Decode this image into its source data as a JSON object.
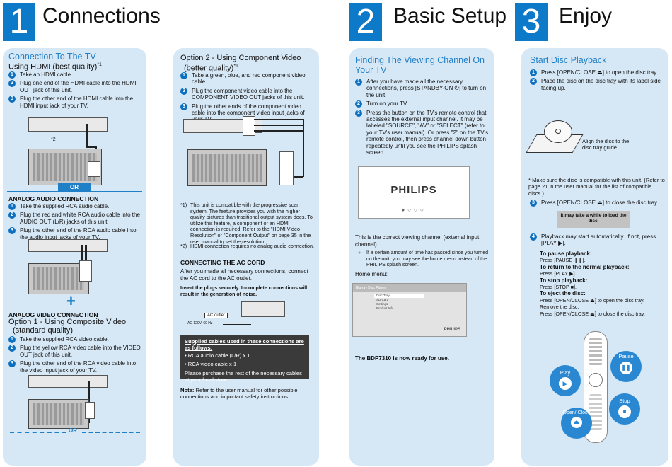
{
  "header": {
    "section1": {
      "num": "1",
      "title": "Connections"
    },
    "section2": {
      "num": "2",
      "title": "Basic Setup"
    },
    "section3": {
      "num": "3",
      "title": "Enjoy"
    }
  },
  "p1": {
    "heading": "Connection To The TV",
    "hdmi_title": "Using HDMI (best quality)",
    "hdmi_sup": "*1",
    "hdmi_steps": [
      "Take an HDMI cable.",
      "Plug one end of the HDMI cable into the HDMI OUT jack of this unit.",
      "Plug the other end of the HDMI cable into the HDMI input jack of your TV."
    ],
    "note2": "*2",
    "or1": "OR",
    "analog_audio_title": "ANALOG AUDIO CONNECTION",
    "analog_audio_steps": [
      "Take the supplied RCA audio cable.",
      "Plug the red and white RCA audio cable into the AUDIO OUT (L/R) jacks of this unit.",
      "Plug the other end of the RCA audio cable into the audio input jacks of your TV."
    ],
    "plus": "+",
    "analog_video_title": "ANALOG VIDEO CONNECTION",
    "composite_title1": "Option 1 - Using Composite Video",
    "composite_title2": "(standard quality)",
    "composite_steps": [
      "Take the supplied RCA video cable.",
      "Plug the yellow RCA video cable into the VIDEO OUT jack of this unit.",
      "Plug the other end of the RCA video cable into the video input jack of your TV."
    ],
    "or2": "OR"
  },
  "p2": {
    "comp_title1": "Option 2 - Using Component Video",
    "comp_title2": "(better quality)",
    "comp_sup": "*1",
    "comp_steps": [
      "Take a green, blue, and red component video cable.",
      "Plug the component video cable into the COMPONENT VIDEO OUT jacks of this unit.",
      "Plug the other ends of the component video cable into the component video input jacks of your TV."
    ],
    "fn1_mark": "*1)",
    "fn1": "This unit is compatible with the progressive scan system. The feature provides you with the higher quality pictures than traditional output system does. To utilize this feature, a component or an HDMI connection is required. Refer to the \"HDMI Video Resolution\" or \"Component Output\" on page 35 in the user manual to set the resolution.",
    "fn2_mark": "*2)",
    "fn2": "HDMI connection requires no analog audio connection.",
    "ac_title": "CONNECTING THE AC CORD",
    "ac_text": "After you made all necessary connections, connect the AC cord to the AC outlet.",
    "ac_warn": "Insert the plugs securely. Incomplete connections will result in the generation of noise.",
    "ac_outlet": "AC outlet",
    "ac_spec": "AC 120V, 60 Hz",
    "supplied_title": "Supplied cables used in these connections are as follows:",
    "supplied_items": [
      "RCA audio cable (L/R) x 1",
      "RCA video cable x 1"
    ],
    "supplied_footer": "Please purchase the rest of the necessary cables at your local store.",
    "note_label": "Note:",
    "note_text": " Refer to the user manual for other possible connections and important safety instructions."
  },
  "p3": {
    "heading": "Finding The Viewing Channel On Your TV",
    "steps": [
      "After you have made all the necessary connections, press [STANDBY-ON ⏻] to turn on the unit.",
      "Turn on your TV.",
      "Press the button on the TV's remote control that accesses the external input channel. It may be labeled \"SOURCE\", \"AV\" or \"SELECT\" (refer to your TV's user manual). Or press \"2\" on the TV's remote control, then press channel down button repeatedly until you see the PHILIPS splash screen."
    ],
    "splash_logo": "PHILIPS",
    "correct_text": "This is the correct viewing channel (external input channel).",
    "bullet_text": "If a certain amount of time has passed since you turned on the unit, you may see the home menu instead of the PHILIPS splash screen.",
    "home_label": "Home menu:",
    "home_menu_title": "Blu-ray Disc Player",
    "home_menu_items": [
      "Disc Tray",
      "SD Card",
      "Settings",
      "Product Info"
    ],
    "home_logo": "PHILIPS",
    "ready_text": "The BDP7310 is now ready for use."
  },
  "p4": {
    "heading": "Start Disc Playback",
    "steps": [
      "Press [OPEN/CLOSE ⏏] to open the disc tray.",
      "Place the disc on the disc tray with its label side facing up."
    ],
    "align_text": "Align the disc to the disc tray guide.",
    "make_sure": "* Make sure the disc is compatible with this unit. (Refer to page 21 in the user manual for the list of compatible discs.)",
    "step3": "Press [OPEN/CLOSE ⏏] to close the disc tray.",
    "while_box": "It may take a while to load the disc.",
    "step4": "Playback may start automatically. If not, press [PLAY ▶].",
    "pause_t": "To pause playback:",
    "pause_d": "Press [PAUSE ❙❙].",
    "normal_t": "To return to the normal playback:",
    "normal_d": "Press [PLAY ▶].",
    "stop_t": "To stop playback:",
    "stop_d": "Press [STOP ■].",
    "eject_t": "To eject the disc:",
    "eject_d1": "Press [OPEN/CLOSE ⏏] to open the disc tray.",
    "eject_d2": "Remove the disc.",
    "eject_d3": "Press [OPEN/CLOSE ⏏] to close the disc tray.",
    "remote_play": "Play",
    "remote_pause": "Pause",
    "remote_open": "Open/ Close",
    "remote_stop": "Stop"
  },
  "colors": {
    "accent": "#0d7ac9",
    "panel": "#d6e7f5",
    "dark_box": "#3a3a3a"
  }
}
